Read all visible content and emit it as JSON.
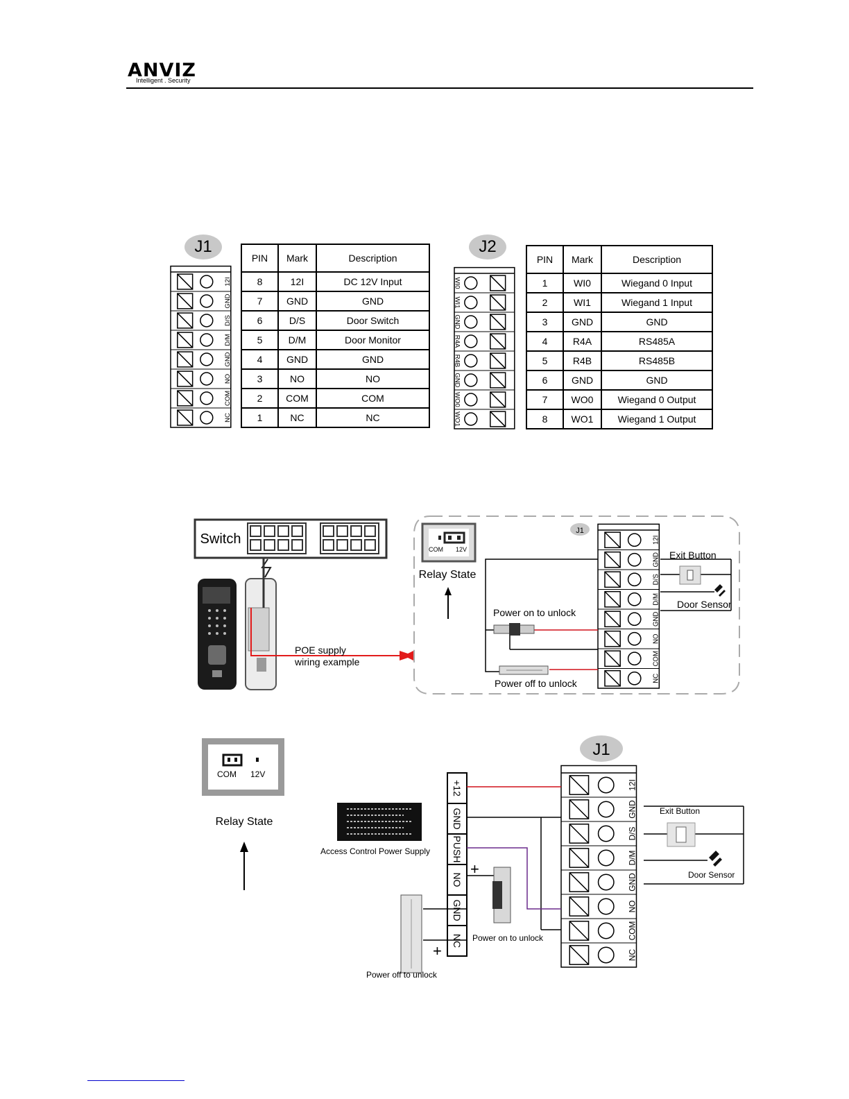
{
  "header": {
    "logo": "ANVIZ",
    "tagline": "Intelligent . Security"
  },
  "j1_table": {
    "badge": "J1",
    "columns": [
      "PIN",
      "Mark",
      "Description"
    ],
    "rows": [
      {
        "pin": "8",
        "mark": "12I",
        "desc": "DC 12V Input"
      },
      {
        "pin": "7",
        "mark": "GND",
        "desc": "GND"
      },
      {
        "pin": "6",
        "mark": "D/S",
        "desc": "Door Switch"
      },
      {
        "pin": "5",
        "mark": "D/M",
        "desc": "Door Monitor"
      },
      {
        "pin": "4",
        "mark": "GND",
        "desc": "GND"
      },
      {
        "pin": "3",
        "mark": "NO",
        "desc": "NO"
      },
      {
        "pin": "2",
        "mark": "COM",
        "desc": "COM"
      },
      {
        "pin": "1",
        "mark": "NC",
        "desc": "NC"
      }
    ]
  },
  "j2_table": {
    "badge": "J2",
    "columns": [
      "PIN",
      "Mark",
      "Description"
    ],
    "rows": [
      {
        "pin": "1",
        "mark": "WI0",
        "desc": "Wiegand 0 Input"
      },
      {
        "pin": "2",
        "mark": "WI1",
        "desc": "Wiegand 1 Input"
      },
      {
        "pin": "3",
        "mark": "GND",
        "desc": "GND"
      },
      {
        "pin": "4",
        "mark": "R4A",
        "desc": "RS485A"
      },
      {
        "pin": "5",
        "mark": "R4B",
        "desc": "RS485B"
      },
      {
        "pin": "6",
        "mark": "GND",
        "desc": "GND"
      },
      {
        "pin": "7",
        "mark": "WO0",
        "desc": "Wiegand 0 Output"
      },
      {
        "pin": "8",
        "mark": "WO1",
        "desc": "Wiegand 1 Output"
      }
    ]
  },
  "j1_connector_labels": [
    "12I",
    "GND",
    "D/S",
    "D/M",
    "GND",
    "NO",
    "COM",
    "NC"
  ],
  "j2_connector_labels": [
    "WI0",
    "WI1",
    "GND",
    "R4A",
    "R4B",
    "GND",
    "WO0",
    "WO1"
  ],
  "poe_diagram": {
    "switch_label": "Switch",
    "relay_com": "COM",
    "relay_12v": "12V",
    "relay_state": "Relay State",
    "badge": "J1",
    "poe_label_1": "POE supply",
    "poe_label_2": "wiring example",
    "power_on": "Power on to unlock",
    "power_off": "Power off to unlock",
    "exit_button": "Exit Button",
    "door_sensor": "Door Sensor"
  },
  "psu_diagram": {
    "relay_com": "COM",
    "relay_12v": "12V",
    "relay_state": "Relay State",
    "badge": "J1",
    "psu_caption": "Access Control Power Supply",
    "psu_terminals": [
      "+12",
      "GND",
      "PUSH",
      "NO",
      "GND",
      "NC"
    ],
    "power_on": "Power on to unlock",
    "power_off": "Power off to unlock",
    "exit_button": "Exit Button",
    "door_sensor": "Door Sensor",
    "plus": "+"
  },
  "colors": {
    "wire_red": "#d0101a",
    "wire_purple": "#6a2a8c",
    "arrow_red": "#e21b1b",
    "badge_gray": "#c8c8c8"
  }
}
